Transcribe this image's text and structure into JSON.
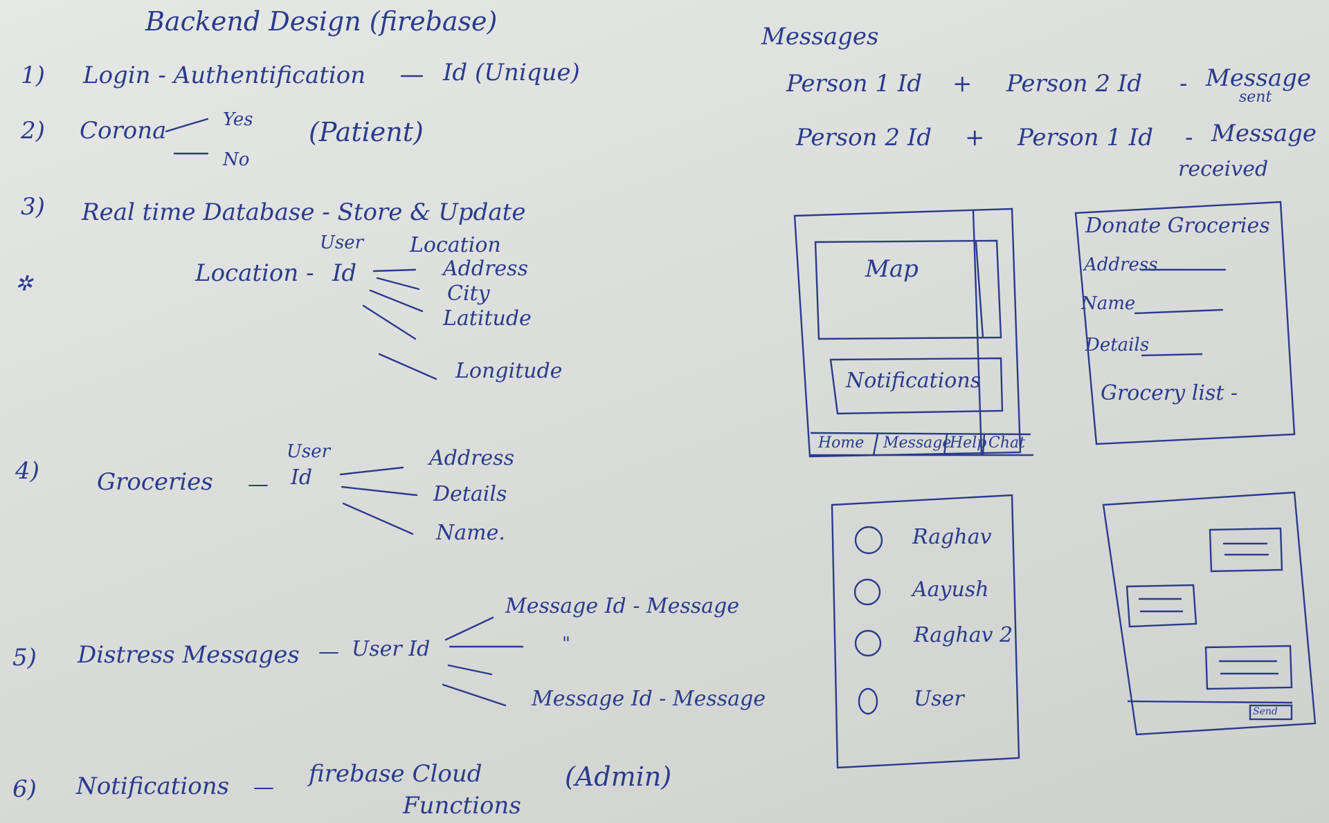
{
  "title": "Backend Design (firebase)",
  "items": [
    {
      "num": "1)",
      "label": "Login - Authentification",
      "detail": "Id (Unique)"
    },
    {
      "num": "2)",
      "label": "Corona",
      "branches": [
        "Yes",
        "No"
      ],
      "note": "(Patient)"
    },
    {
      "num": "3)",
      "label": "Real time Database - Store & Update",
      "sub_label": "Location -",
      "key_top": "User",
      "key": "Id",
      "field_head": "Location",
      "fields": [
        "Address",
        "City",
        "Latitude",
        "Longitude"
      ]
    },
    {
      "num": "4)",
      "label": "Groceries",
      "key_top": "User",
      "key": "Id",
      "fields": [
        "Address",
        "Details",
        "Name."
      ]
    },
    {
      "num": "5)",
      "label": "Distress Messages",
      "key": "User Id",
      "fields": [
        "Message Id - Message",
        "\"",
        "Message Id - Message"
      ]
    },
    {
      "num": "6)",
      "label": "Notifications",
      "detail": "firebase Cloud",
      "detail2": "Functions",
      "note": "(Admin)"
    }
  ],
  "messages": {
    "title": "Messages",
    "rows": [
      {
        "left": "Person 1 Id",
        "plus": "+",
        "right": "Person 2 Id",
        "dash": "-",
        "result": "Message",
        "result2": "sent"
      },
      {
        "left": "Person 2 Id",
        "plus": "+",
        "right": "Person 1 Id",
        "dash": "-",
        "result": "Message",
        "result2": "received"
      }
    ]
  },
  "home_screen": {
    "map": "Map",
    "notifications": "Notifications",
    "tabs": [
      "Home",
      "Message",
      "Help",
      "Chat"
    ]
  },
  "donate_screen": {
    "title": "Donate Groceries",
    "fields": [
      "Address",
      "Name",
      "Details"
    ],
    "list_label": "Grocery list -"
  },
  "contacts_screen": {
    "contacts": [
      "Raghav",
      "Aayush",
      "Raghav 2",
      "User"
    ]
  },
  "chat_screen": {
    "send": "Send"
  }
}
